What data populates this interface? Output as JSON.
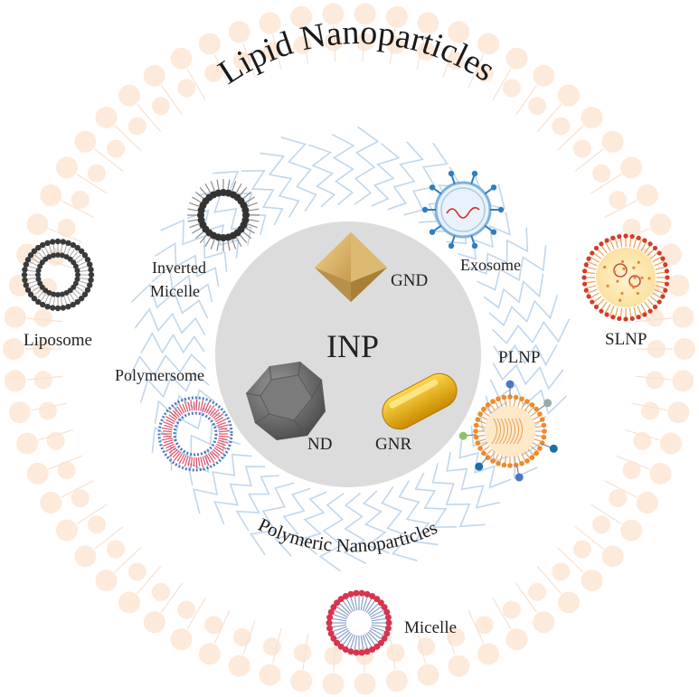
{
  "arc_titles": {
    "outer": "Lipid Nanoparticles",
    "inner": "Polymeric Nanoparticles"
  },
  "center": {
    "label": "INP"
  },
  "labels": {
    "gnd": "GND",
    "nd": "ND",
    "gnr": "GNR",
    "exosome": "Exosome",
    "inverted_micelle_line1": "Inverted",
    "inverted_micelle_line2": "Micelle",
    "liposome": "Liposome",
    "polymersome": "Polymersome",
    "slnp": "SLNP",
    "plnp": "PLNP",
    "micelle": "Micelle"
  },
  "colors": {
    "outer_ring": "#fde6d4",
    "tails": "#b9d3ea",
    "center_disc": "#d9d9d9",
    "gold": "#e0b84a",
    "micelle_red": "#d9334f",
    "polymer_blue": "#4a78c2",
    "orange": "#f08a2a"
  },
  "icons": [
    "liposome-icon",
    "inverted-micelle-icon",
    "gnd-octahedron-icon",
    "exosome-icon",
    "slnp-icon",
    "nd-polyhedron-icon",
    "gnr-rod-icon",
    "plnp-icon",
    "polymersome-icon",
    "micelle-icon"
  ]
}
